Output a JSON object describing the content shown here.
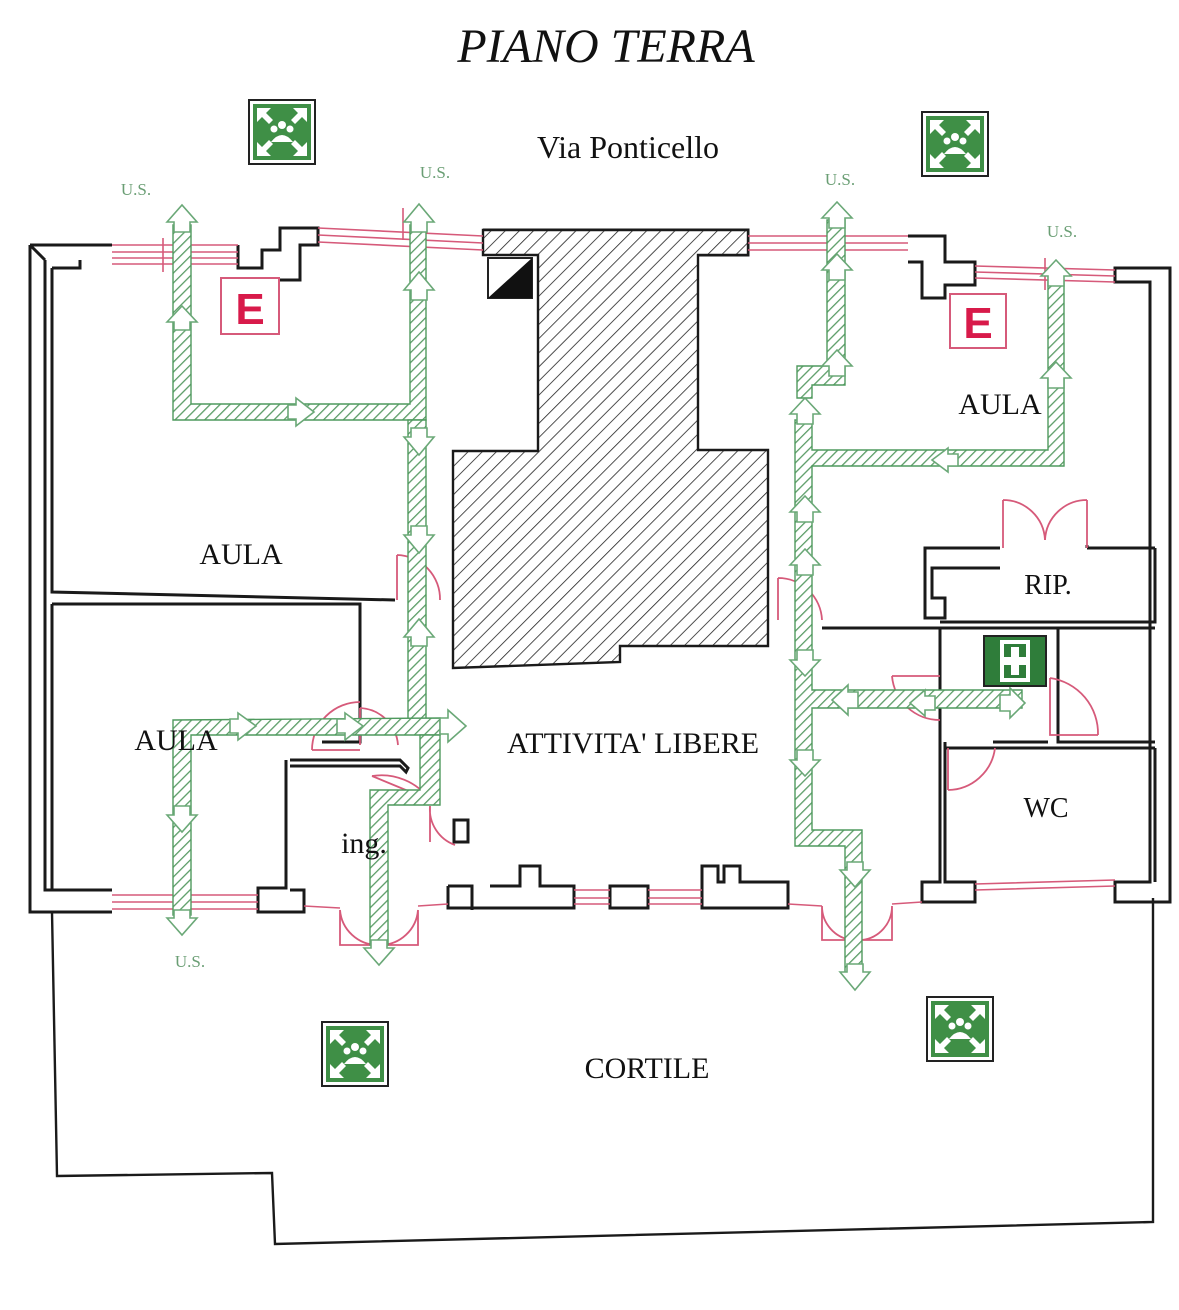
{
  "title": "PIANO TERRA",
  "street": "Via Ponticello",
  "rooms": {
    "aula_top_left": "AULA",
    "aula_bottom_left": "AULA",
    "aula_top_right": "AULA",
    "attivita": "ATTIVITA' LIBERE",
    "ingresso": "ing.",
    "ripostiglio": "RIP.",
    "wc": "WC",
    "cortile": "CORTILE"
  },
  "exits": {
    "us_label": "U.S."
  },
  "extinguisher_label": "E",
  "colors": {
    "walls": "#1a1a1a",
    "escape_route": "#4f9a5e",
    "windows_doors": "#d65a7a",
    "extinguisher": "#d81a4a",
    "safety_sign": "#3f8f46"
  },
  "icons": {
    "assembly_point": "assembly-point-icon",
    "first_aid": "first-aid-icon",
    "extinguisher": "extinguisher-icon",
    "stair_mark": "stair-icon"
  }
}
